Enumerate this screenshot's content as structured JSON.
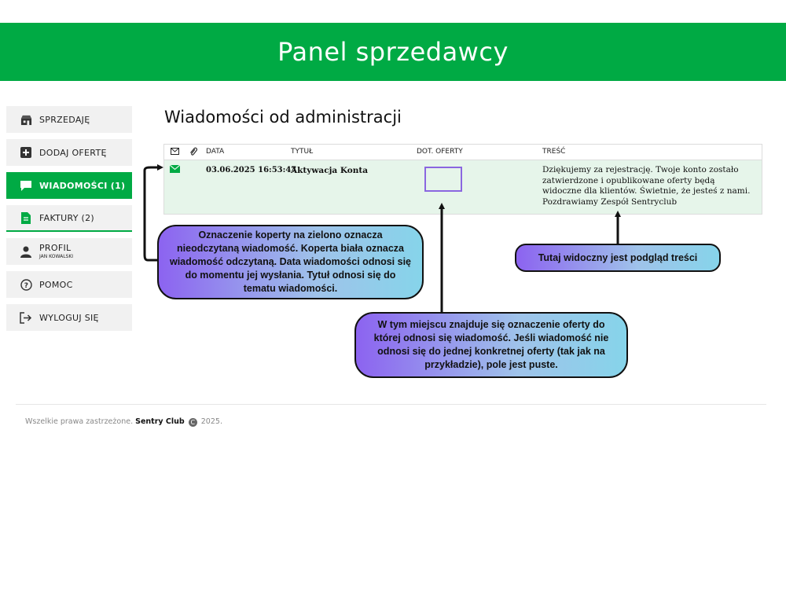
{
  "header": {
    "title": "Panel sprzedawcy"
  },
  "sidebar": {
    "items": [
      {
        "label": "SPRZEDAJĘ",
        "icon": "shop-icon"
      },
      {
        "label": "DODAJ OFERTĘ",
        "icon": "plus-square-icon"
      },
      {
        "label": "WIADOMOŚCI (1)",
        "icon": "chat-icon",
        "active": true
      },
      {
        "label": "FAKTURY (2)",
        "icon": "document-icon"
      },
      {
        "label": "PROFIL",
        "sublabel": "JAN KOWALSKI",
        "icon": "user-icon"
      },
      {
        "label": "POMOC",
        "icon": "help-icon"
      },
      {
        "label": "WYLOGUJ SIĘ",
        "icon": "logout-icon"
      }
    ]
  },
  "page": {
    "title": "Wiadomości od administracji"
  },
  "table": {
    "headers": {
      "envelope": "envelope-icon",
      "attachment": "paperclip-icon",
      "date": "DATA",
      "title": "TYTUŁ",
      "offer": "DOT. OFERTY",
      "content": "TREŚĆ"
    },
    "rows": [
      {
        "status_icon": "envelope-icon",
        "date": "03.06.2025 16:53:47",
        "title": "Aktywacja Konta",
        "offer": "",
        "content": "Dziękujemy za rejestrację. Twoje konto zostało zatwierdzone i opublikowane oferty będą widoczne dla klientów. Świetnie, że jesteś z nami. Pozdrawiamy Zespół Sentryclub"
      }
    ]
  },
  "callouts": {
    "envelope": "Oznaczenie koperty na zielono oznacza nieodczytaną wiadomość. Koperta biała oznacza wiadomość odczytaną. Data wiadomości odnosi się do momentu jej wysłania. Tytuł odnosi się do tematu wiadomości.",
    "content": "Tutaj widoczny jest podgląd treści",
    "offer": "W tym miejscu znajduje się oznaczenie oferty do której odnosi się wiadomość. Jeśli wiadomość nie odnosi się do jednej konkretnej oferty (tak jak na przykładzie), pole jest puste."
  },
  "footer": {
    "prefix": "Wszelkie prawa zastrzeżone.",
    "brand": "Sentry Club",
    "year": "2025."
  },
  "colors": {
    "brand": "#00aa44",
    "unread_row": "#e6f5ea",
    "callout_start": "#8c63f0",
    "callout_end": "#86d4ea"
  }
}
